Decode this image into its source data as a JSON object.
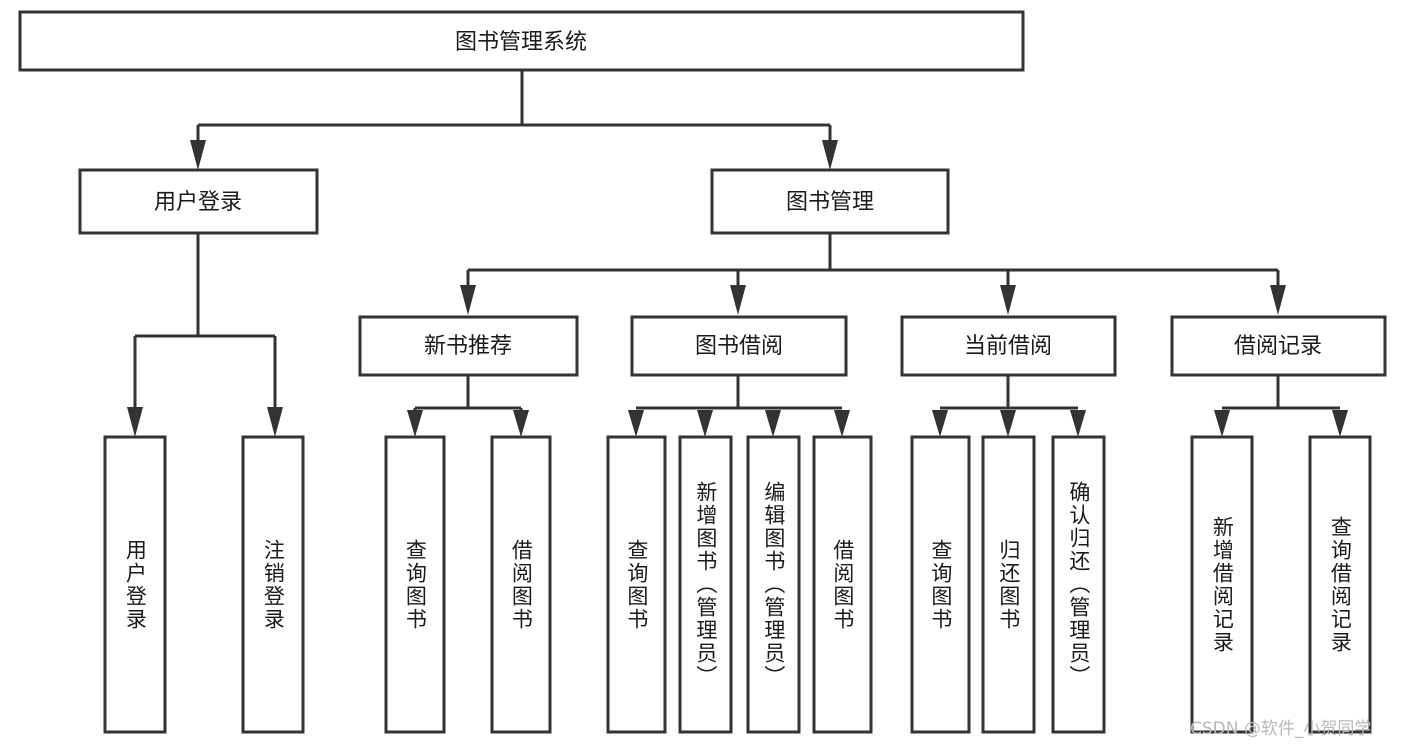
{
  "diagram": {
    "type": "tree",
    "title": "图书管理系统",
    "watermark": "CSDN @软件_小贺同学",
    "colors": {
      "box_stroke": "#333333",
      "box_fill": "#ffffff",
      "text": "#1a1a1a",
      "connector": "#333333",
      "watermark": "#b9b9b9",
      "background": "#ffffff"
    },
    "levels": {
      "root": {
        "label": "图书管理系统"
      },
      "level2": [
        {
          "label": "用户登录"
        },
        {
          "label": "图书管理"
        }
      ],
      "level3": [
        {
          "label": "新书推荐"
        },
        {
          "label": "图书借阅"
        },
        {
          "label": "当前借阅"
        },
        {
          "label": "借阅记录"
        }
      ],
      "leaves": [
        {
          "label": "用户登录",
          "parent": "用户登录"
        },
        {
          "label": "注销登录",
          "parent": "用户登录"
        },
        {
          "label": "查询图书",
          "parent": "新书推荐"
        },
        {
          "label": "借阅图书",
          "parent": "新书推荐"
        },
        {
          "label": "查询图书",
          "parent": "图书借阅"
        },
        {
          "label": "新增图书（管理员）",
          "parent": "图书借阅"
        },
        {
          "label": "编辑图书（管理员）",
          "parent": "图书借阅"
        },
        {
          "label": "借阅图书",
          "parent": "图书借阅"
        },
        {
          "label": "查询图书",
          "parent": "当前借阅"
        },
        {
          "label": "归还图书",
          "parent": "当前借阅"
        },
        {
          "label": "确认归还（管理员）",
          "parent": "当前借阅"
        },
        {
          "label": "新增借阅记录",
          "parent": "借阅记录"
        },
        {
          "label": "查询借阅记录",
          "parent": "借阅记录"
        }
      ]
    }
  }
}
